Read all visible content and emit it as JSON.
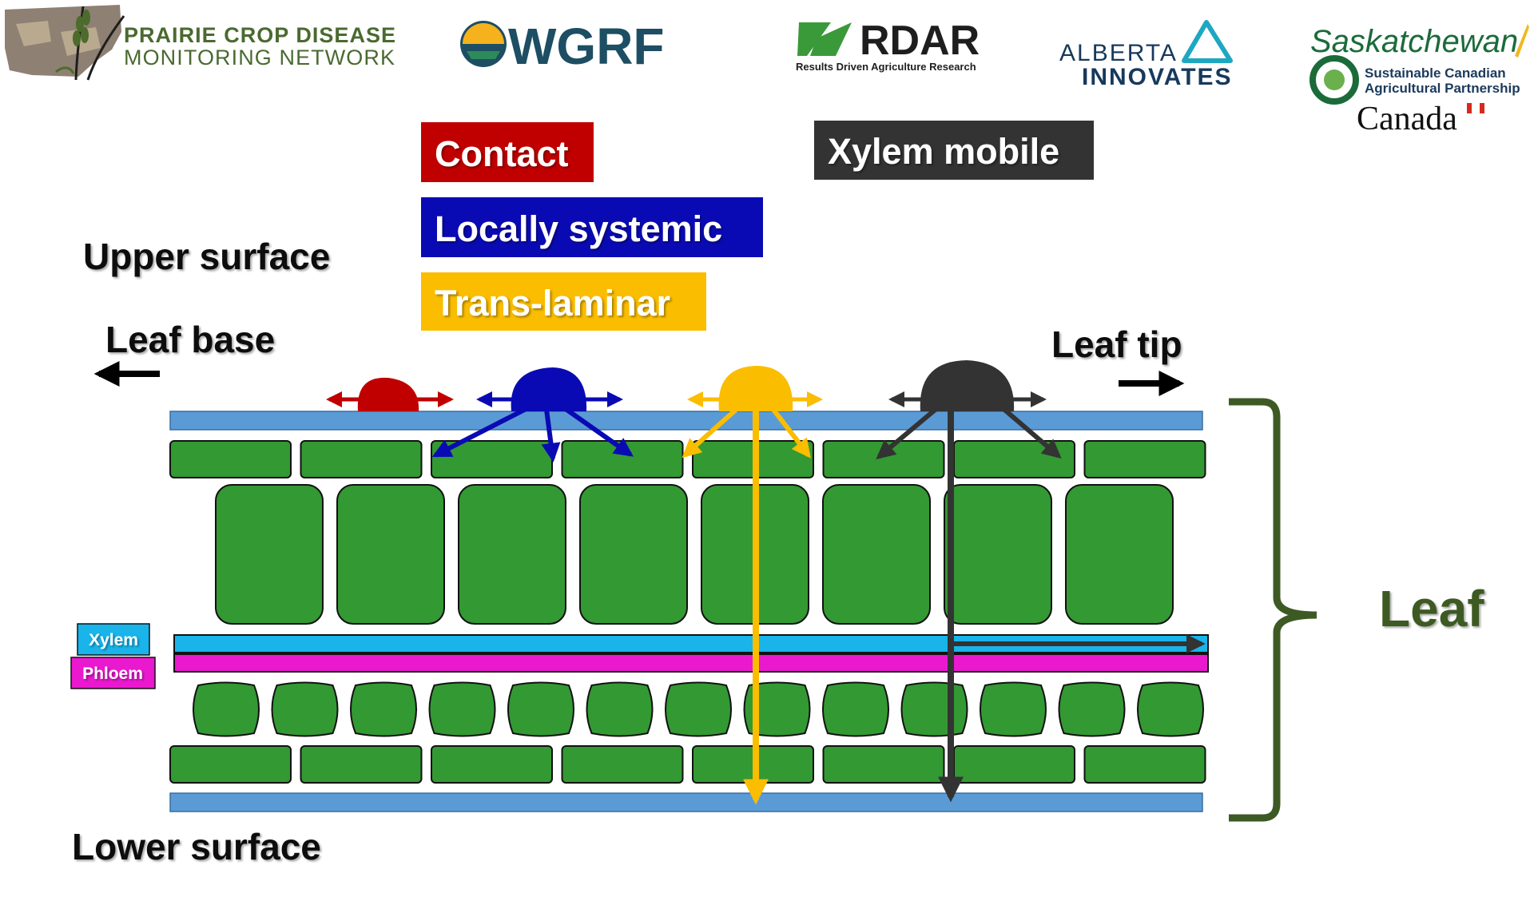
{
  "logos": {
    "pcdmn": {
      "line1": "PRAIRIE CROP DISEASE",
      "line2": "MONITORING NETWORK"
    },
    "wgrf": {
      "text": "WGRF"
    },
    "rdar": {
      "text": "RDAR",
      "tagline": "Results Driven Agriculture Research"
    },
    "alberta": {
      "line1": "ALBERTA",
      "line2": "INNOVATES"
    },
    "sask": {
      "line1": "Saskatchewan",
      "line2": "Sustainable Canadian",
      "line3": "Agricultural Partnership",
      "line4": "Canada"
    }
  },
  "legend": {
    "contact": "Contact",
    "local": "Locally systemic",
    "trans": "Trans-laminar",
    "xylem_mobile": "Xylem mobile"
  },
  "labels": {
    "upper_surface": "Upper surface",
    "lower_surface": "Lower surface",
    "leaf_base": "Leaf base",
    "leaf_tip": "Leaf tip",
    "leaf": "Leaf",
    "xylem": "Xylem",
    "phloem": "Phloem"
  },
  "colors": {
    "contact": "#c00000",
    "local": "#0a0ab4",
    "trans": "#fbbd00",
    "xylem_mobile": "#333333",
    "epidermis": "#5b9bd5",
    "cell": "#339933",
    "xylem": "#19b4ea",
    "phloem": "#ea18cf",
    "leaf_bracket": "#3d5a24"
  }
}
